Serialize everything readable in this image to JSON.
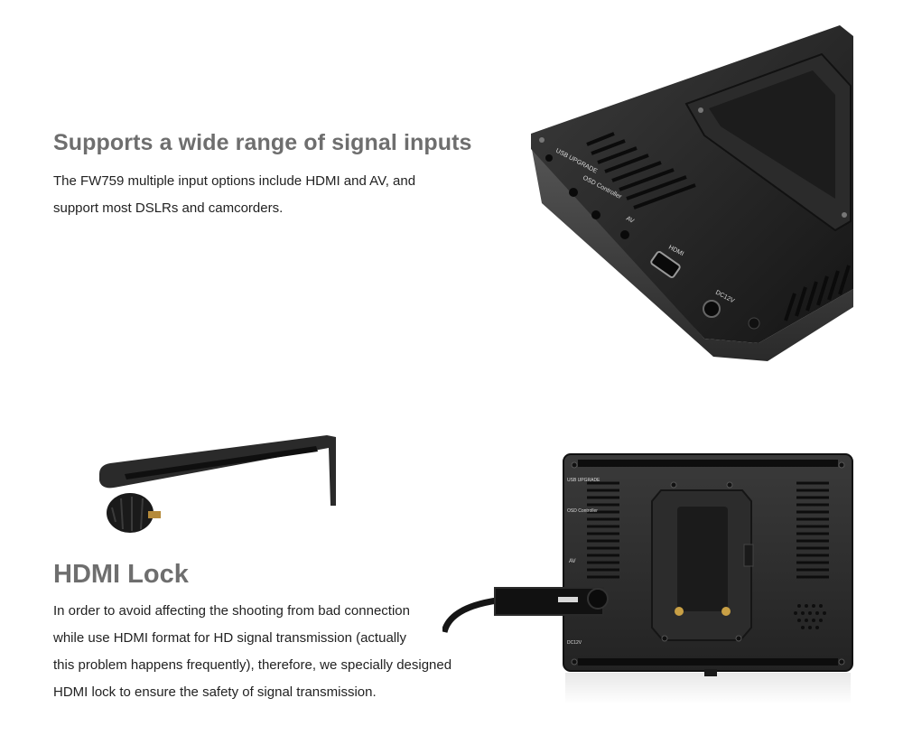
{
  "section_signal": {
    "title": "Supports a wide range of signal inputs",
    "lines": [
      "The FW759 multiple input options include HDMI and AV, and",
      "support most DSLRs and camcorders."
    ]
  },
  "section_hdmi_lock": {
    "title": "HDMI Lock",
    "lines": [
      "In order to avoid affecting the shooting from bad connection",
      "while use HDMI format for HD signal transmission (actually",
      "this problem happens frequently), therefore, we specially designed",
      "HDMI lock to ensure the safety of signal transmission."
    ]
  },
  "monitor_labels": {
    "usb": "USB UPGRADE",
    "osd": "OSD Controller",
    "av": "AV",
    "hdmi": "HDMI",
    "dc": "DC12V"
  },
  "colors": {
    "heading": "#6e6e6e",
    "body_text": "#222222",
    "device_dark": "#1e1e1e",
    "device_mid": "#3a3a3a"
  }
}
